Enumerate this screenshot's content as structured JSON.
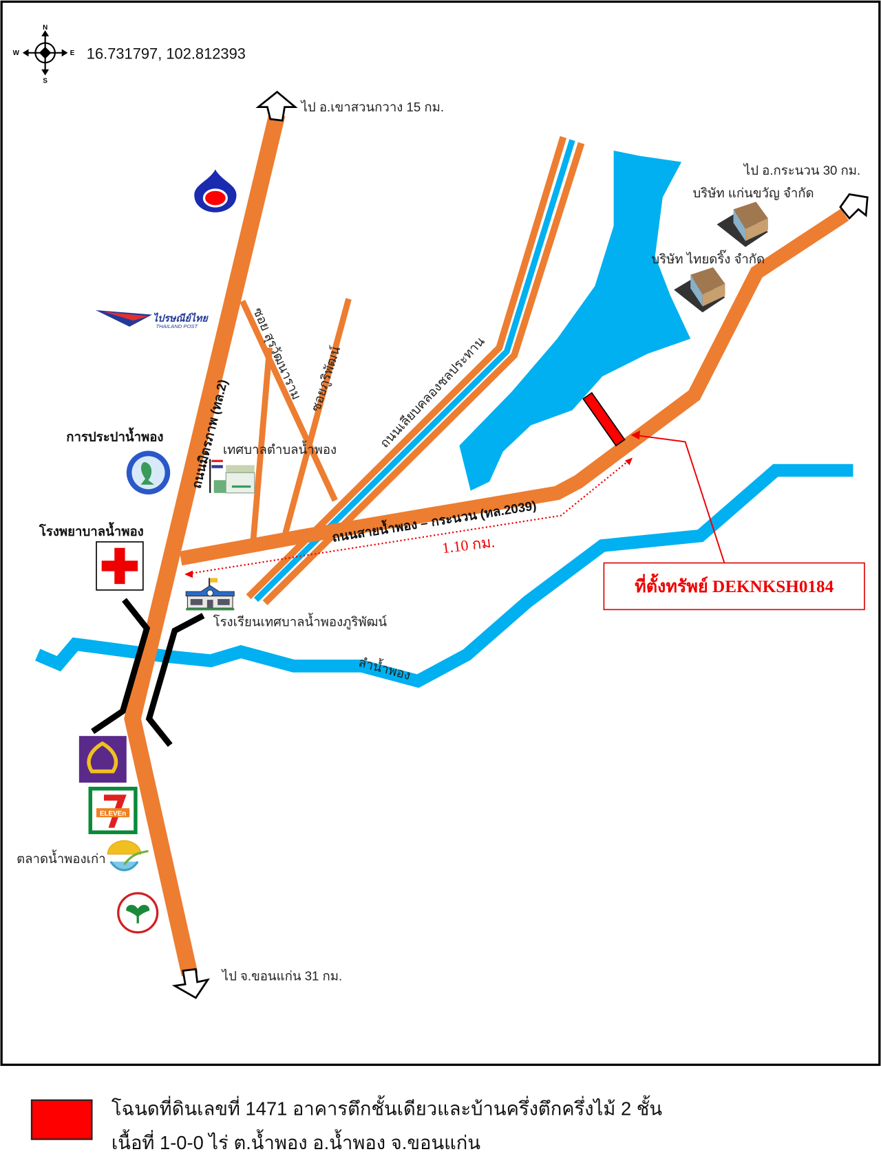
{
  "coordinates": "16.731797, 102.812393",
  "compass": {
    "n": "N",
    "s": "S",
    "e": "E",
    "w": "W"
  },
  "directions": {
    "north": "ไป อ.เขาสวนกวาง 15 กม.",
    "northeast": "ไป อ.กระนวน 30 กม.",
    "south": "ไป จ.ขอนแก่น 31 กม."
  },
  "roads": {
    "main": "ถนนมิตรภาพ (ทล.2)",
    "route2039": "ถนนสายน้ำพอง – กระนวน (ทล.2039)",
    "canal": "ถนนเลียบคลองชลประทาน",
    "soi1": "ซอย สุรวัฒนาราม",
    "soi2": "ซอยภูริพัฒน์"
  },
  "river": "ลำน้ำพอง",
  "distance": "1.10 กม.",
  "landmarks": {
    "waterworks": "การประปาน้ำพอง",
    "municipality": "เทศบาลตำบลน้ำพอง",
    "hospital": "โรงพยาบาลน้ำพอง",
    "school": "โรงเรียนเทศบาลน้ำพองภูริพัฒน์",
    "market": "ตลาดน้ำพองเก่า",
    "company1": "บริษัท แก่นขวัญ จำกัด",
    "company2": "บริษัท ไทยดริ๊ง จำกัด",
    "post_logo": "ไปรษณีย์ไทย THAILAND POST",
    "seven_logo": "ELEVEn"
  },
  "site_label": "ที่ตั้งทรัพย์ DEKNKSH0184",
  "legend": {
    "line1": "โฉนดที่ดินเลขที่ 1471 อาคารตึกชั้นเดียวและบ้านครึ่งตึกครึ่งไม้ 2 ชั้น",
    "line2": "เนื้อที่ 1-0-0 ไร่ ต.น้ำพอง อ.น้ำพอง จ.ขอนแก่น"
  },
  "colors": {
    "road": "#ED7D31",
    "water": "#00B0F0",
    "site": "#FF0000"
  }
}
